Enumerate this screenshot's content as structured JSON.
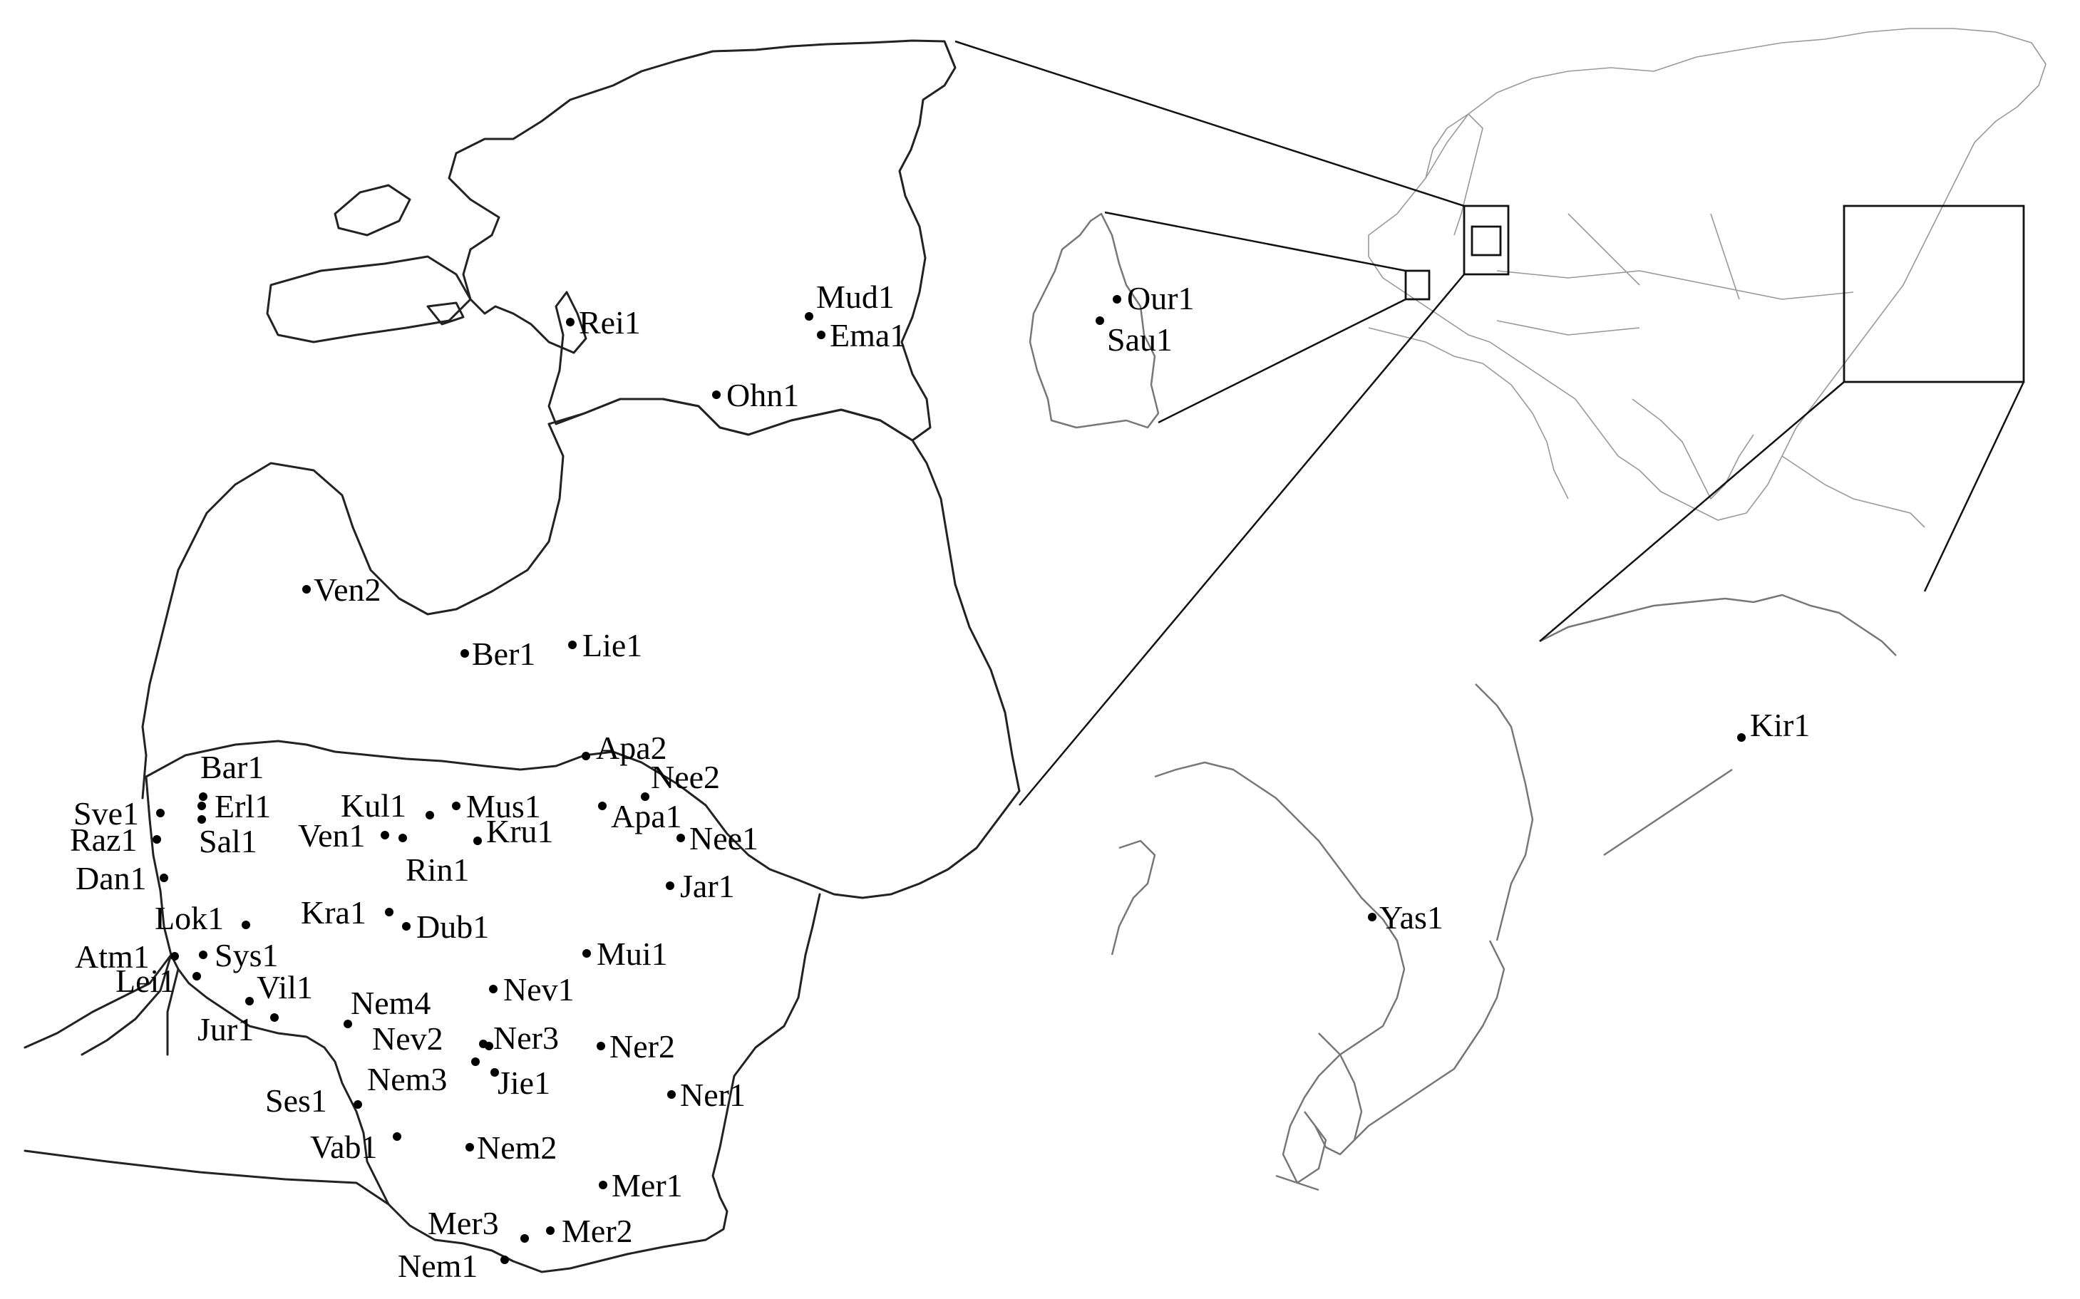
{
  "sites": {
    "baltic": [
      {
        "id": "rei1",
        "label": "Rei1"
      },
      {
        "id": "mud1",
        "label": "Mud1"
      },
      {
        "id": "ema1",
        "label": "Ema1"
      },
      {
        "id": "ohn1",
        "label": "Ohn1"
      },
      {
        "id": "ven2",
        "label": "Ven2"
      },
      {
        "id": "ber1",
        "label": "Ber1"
      },
      {
        "id": "lie1",
        "label": "Lie1"
      },
      {
        "id": "apa2",
        "label": "Apa2"
      },
      {
        "id": "nee2",
        "label": "Nee2"
      },
      {
        "id": "bar1",
        "label": "Bar1"
      },
      {
        "id": "sve1",
        "label": "Sve1"
      },
      {
        "id": "erl1",
        "label": "Erl1"
      },
      {
        "id": "kul1",
        "label": "Kul1"
      },
      {
        "id": "mus1",
        "label": "Mus1"
      },
      {
        "id": "apa1",
        "label": "Apa1"
      },
      {
        "id": "raz1",
        "label": "Raz1"
      },
      {
        "id": "sal1",
        "label": "Sal1"
      },
      {
        "id": "ven1",
        "label": "Ven1"
      },
      {
        "id": "kru1",
        "label": "Kru1"
      },
      {
        "id": "nee1",
        "label": "Nee1"
      },
      {
        "id": "rin1",
        "label": "Rin1"
      },
      {
        "id": "dan1",
        "label": "Dan1"
      },
      {
        "id": "jar1",
        "label": "Jar1"
      },
      {
        "id": "lok1",
        "label": "Lok1"
      },
      {
        "id": "kra1",
        "label": "Kra1"
      },
      {
        "id": "dub1",
        "label": "Dub1"
      },
      {
        "id": "atm1",
        "label": "Atm1"
      },
      {
        "id": "sys1",
        "label": "Sys1"
      },
      {
        "id": "mui1",
        "label": "Mui1"
      },
      {
        "id": "lei1",
        "label": "Lei1"
      },
      {
        "id": "vil1",
        "label": "Vil1"
      },
      {
        "id": "nem4",
        "label": "Nem4"
      },
      {
        "id": "nev1",
        "label": "Nev1"
      },
      {
        "id": "jur1",
        "label": "Jur1"
      },
      {
        "id": "nev2",
        "label": "Nev2"
      },
      {
        "id": "ner3",
        "label": "Ner3"
      },
      {
        "id": "ner2",
        "label": "Ner2"
      },
      {
        "id": "nem3",
        "label": "Nem3"
      },
      {
        "id": "jie1",
        "label": "Jie1"
      },
      {
        "id": "ses1",
        "label": "Ses1"
      },
      {
        "id": "ner1",
        "label": "Ner1"
      },
      {
        "id": "vab1",
        "label": "Vab1"
      },
      {
        "id": "nem2",
        "label": "Nem2"
      },
      {
        "id": "mer1",
        "label": "Mer1"
      },
      {
        "id": "mer3",
        "label": "Mer3"
      },
      {
        "id": "mer2",
        "label": "Mer2"
      },
      {
        "id": "nem1",
        "label": "Nem1"
      }
    ],
    "luxembourg": [
      {
        "id": "our1",
        "label": "Our1"
      },
      {
        "id": "sau1",
        "label": "Sau1"
      }
    ],
    "far_east": [
      {
        "id": "kir1",
        "label": "Kir1"
      },
      {
        "id": "yas1",
        "label": "Yas1"
      }
    ]
  }
}
